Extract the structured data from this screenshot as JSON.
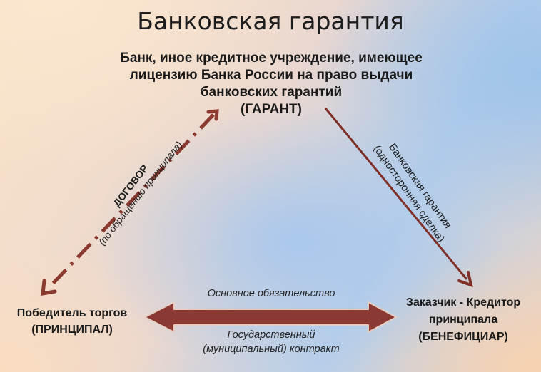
{
  "title": "Банковская гарантия",
  "guarantor": {
    "lines": [
      "Банк, иное кредитное учреждение, имеющее",
      "лицензию Банка России на право выдачи",
      "банковских гарантий",
      "(ГАРАНТ)"
    ]
  },
  "principal": {
    "lines": [
      "Победитель торгов",
      "(ПРИНЦИПАЛ)"
    ]
  },
  "beneficiary": {
    "lines": [
      "Заказчик - Кредитор",
      "принципала",
      "(БЕНЕФИЦИАР)"
    ]
  },
  "contract_arrow": {
    "label": "ДОГОВОР",
    "sublabel": "(по обращению принципала)"
  },
  "guarantee_arrow": {
    "label": "Банковская гарантия",
    "sublabel": "(односторонняя сделка)"
  },
  "main_obligation": "Основное обязательство",
  "state_contract": {
    "lines": [
      "Государственный",
      "(муниципальный) контракт"
    ]
  },
  "colors": {
    "arrow": "#7a2e26",
    "arrow_fill": "#8b3a33",
    "arrow_outline": "#d9c3b8"
  }
}
